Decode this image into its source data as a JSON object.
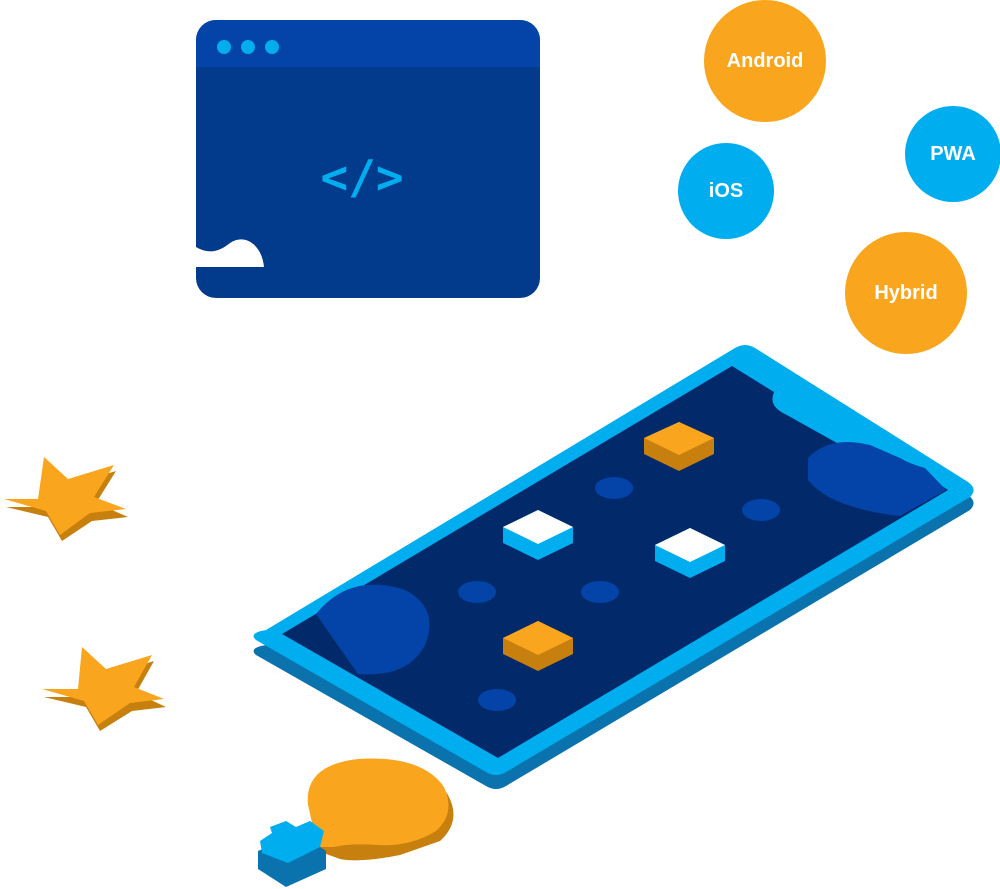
{
  "code_window": {
    "glyph": "</>",
    "dots": 3,
    "icon": "code-window-icon"
  },
  "platforms": [
    {
      "label": "Android",
      "color": "#F9A61E"
    },
    {
      "label": "iOS",
      "color": "#00AEEF"
    },
    {
      "label": "PWA",
      "color": "#00AEEF"
    },
    {
      "label": "Hybrid",
      "color": "#F9A61E"
    }
  ],
  "colors": {
    "orange": "#F9A61E",
    "orange_dark": "#C77F0E",
    "light_blue": "#00AEEF",
    "blue_dark": "#0A73AE",
    "navy": "#022A6B",
    "window_blue": "#023A8C",
    "window_bar": "#0444A8",
    "white": "#FFFFFF"
  },
  "decor": {
    "stars": [
      "star-icon",
      "star-icon"
    ],
    "lightbulb": "lightbulb-icon",
    "phone": "smartphone-icon"
  }
}
